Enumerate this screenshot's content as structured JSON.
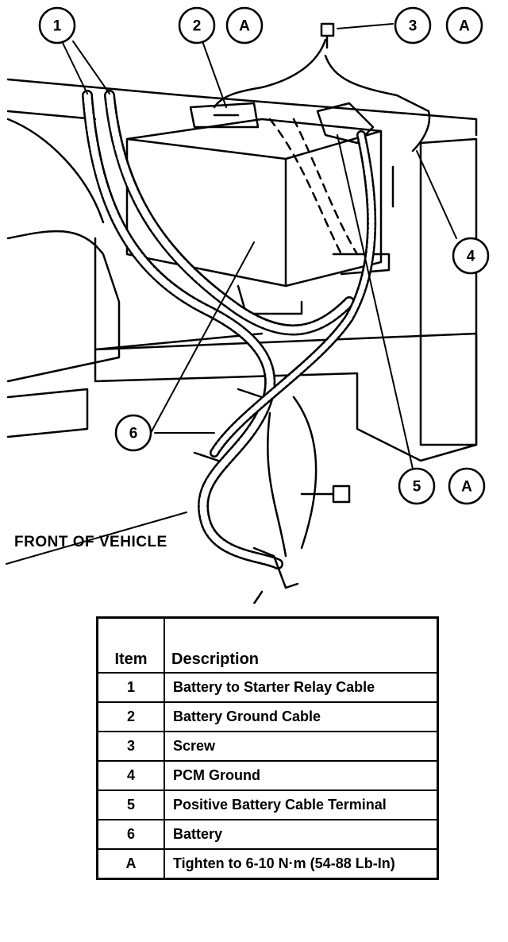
{
  "diagram": {
    "callouts": [
      {
        "id": "c1",
        "label": "1"
      },
      {
        "id": "c2",
        "label": "2"
      },
      {
        "id": "c2a",
        "label": "A"
      },
      {
        "id": "c3",
        "label": "3"
      },
      {
        "id": "c3a",
        "label": "A"
      },
      {
        "id": "c4",
        "label": "4"
      },
      {
        "id": "c5",
        "label": "5"
      },
      {
        "id": "c5a",
        "label": "A"
      },
      {
        "id": "c6",
        "label": "6"
      }
    ],
    "front_label": "FRONT OF VEHICLE"
  },
  "table": {
    "headers": {
      "item": "Item",
      "description": "Description"
    },
    "rows": [
      {
        "item": "1",
        "description": "Battery to Starter Relay Cable"
      },
      {
        "item": "2",
        "description": "Battery Ground Cable"
      },
      {
        "item": "3",
        "description": "Screw"
      },
      {
        "item": "4",
        "description": "PCM Ground"
      },
      {
        "item": "5",
        "description": "Positive Battery Cable Terminal"
      },
      {
        "item": "6",
        "description": "Battery"
      },
      {
        "item": "A",
        "description": "Tighten to 6-10 N·m (54-88 Lb-In)"
      }
    ]
  }
}
